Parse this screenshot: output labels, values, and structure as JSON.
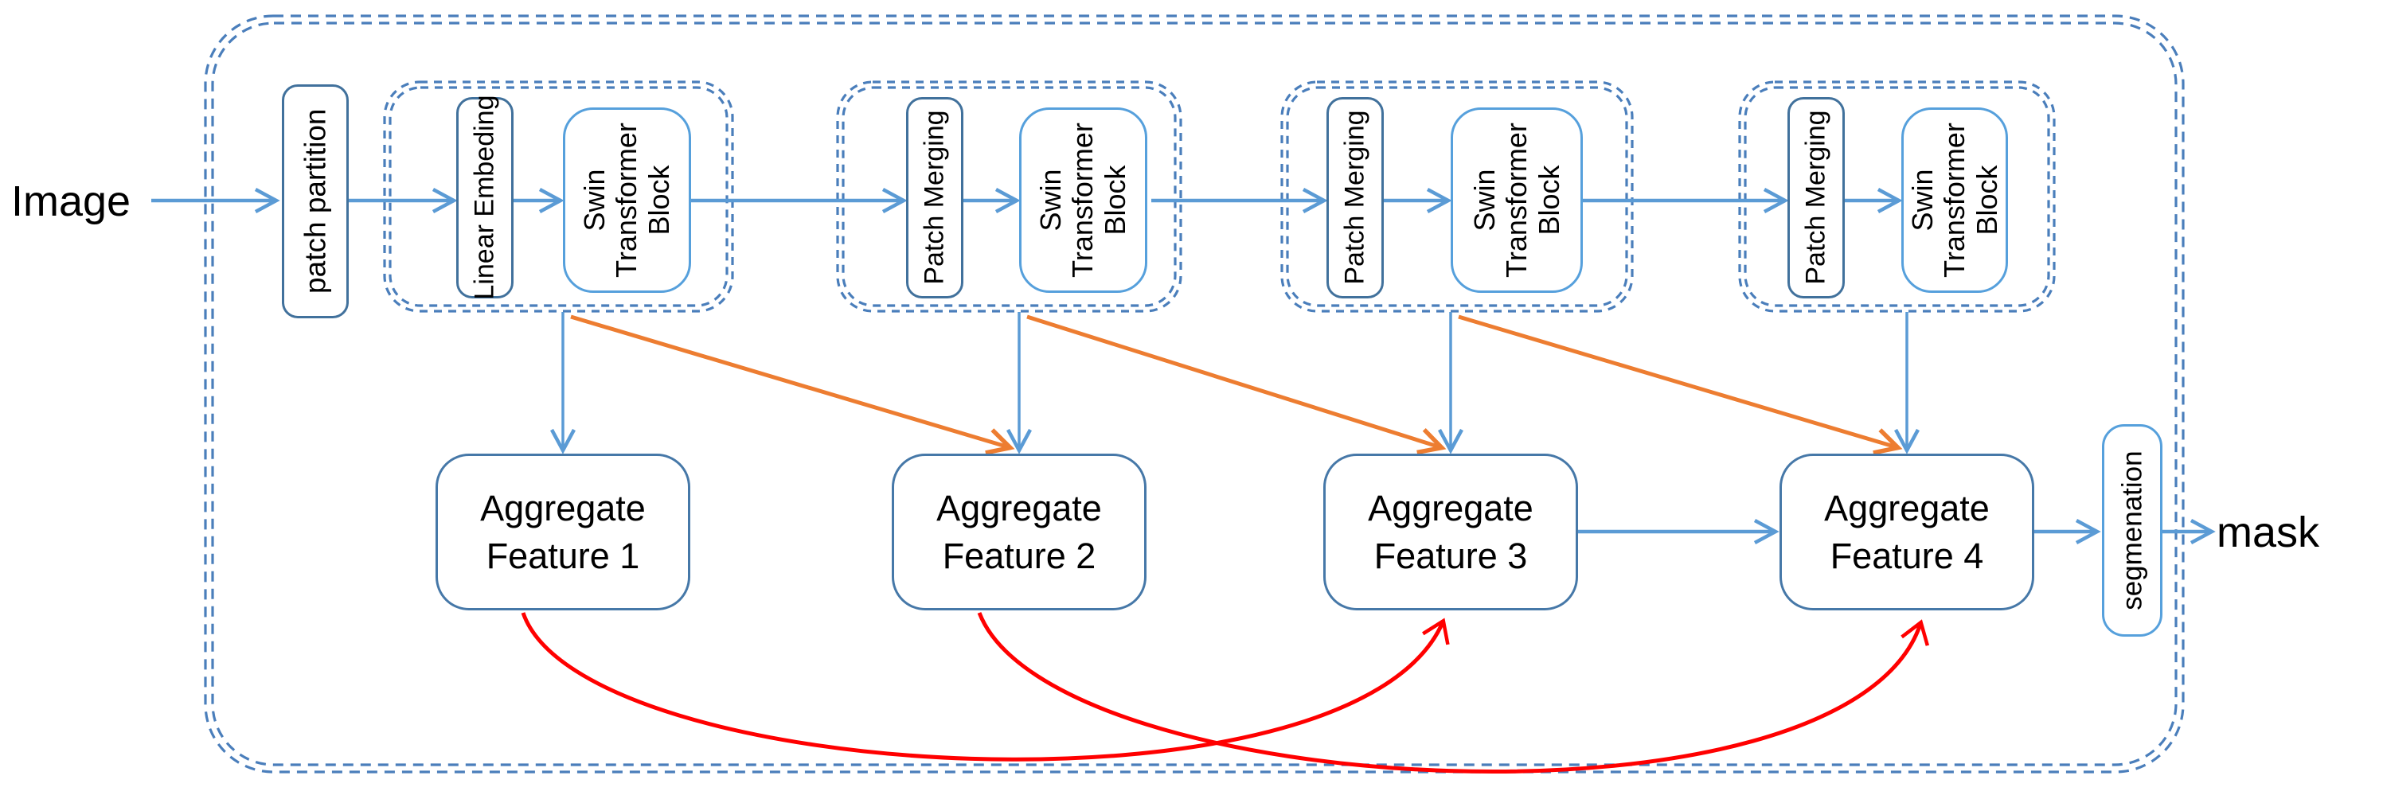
{
  "io": {
    "input_label": "Image",
    "output_label": "mask"
  },
  "encoder": {
    "patch_partition_label": "patch partition",
    "stages": [
      {
        "name": "stage-1",
        "proj_label": "Linear Embeding",
        "block_label": "Swin Transformer Block"
      },
      {
        "name": "stage-2",
        "proj_label": "Patch Merging",
        "block_label": "Swin Transformer Block"
      },
      {
        "name": "stage-3",
        "proj_label": "Patch Merging",
        "block_label": "Swin Transformer Block"
      },
      {
        "name": "stage-4",
        "proj_label": "Patch Merging",
        "block_label": "Swin Transformer Block"
      }
    ]
  },
  "decoder": {
    "aggregate_labels": [
      "Aggregate Feature 1",
      "Aggregate Feature 2",
      "Aggregate Feature 3",
      "Aggregate Feature 4"
    ],
    "segmentation_label": "segmenation"
  },
  "edges": [
    {
      "from": "Image",
      "to": "patch partition",
      "style": "blue-arrow"
    },
    {
      "from": "patch partition",
      "to": "Linear Embeding (stage 1)",
      "style": "blue-arrow"
    },
    {
      "from": "Linear Embeding (stage 1)",
      "to": "Swin Transformer Block (stage 1)",
      "style": "blue-arrow"
    },
    {
      "from": "Swin Transformer Block (stage 1)",
      "to": "Patch Merging (stage 2)",
      "style": "blue-arrow"
    },
    {
      "from": "Patch Merging (stage 2)",
      "to": "Swin Transformer Block (stage 2)",
      "style": "blue-arrow"
    },
    {
      "from": "Swin Transformer Block (stage 2)",
      "to": "Patch Merging (stage 3)",
      "style": "blue-arrow"
    },
    {
      "from": "Patch Merging (stage 3)",
      "to": "Swin Transformer Block (stage 3)",
      "style": "blue-arrow"
    },
    {
      "from": "Swin Transformer Block (stage 3)",
      "to": "Patch Merging (stage 4)",
      "style": "blue-arrow"
    },
    {
      "from": "Patch Merging (stage 4)",
      "to": "Swin Transformer Block (stage 4)",
      "style": "blue-arrow"
    },
    {
      "from": "stage 1",
      "to": "Aggregate Feature 1",
      "style": "blue-arrow"
    },
    {
      "from": "stage 2",
      "to": "Aggregate Feature 2",
      "style": "blue-arrow"
    },
    {
      "from": "stage 3",
      "to": "Aggregate Feature 3",
      "style": "blue-arrow"
    },
    {
      "from": "stage 4",
      "to": "Aggregate Feature 4",
      "style": "blue-arrow"
    },
    {
      "from": "stage 1",
      "to": "Aggregate Feature 2",
      "style": "orange-arrow"
    },
    {
      "from": "stage 2",
      "to": "Aggregate Feature 3",
      "style": "orange-arrow"
    },
    {
      "from": "stage 3",
      "to": "Aggregate Feature 4",
      "style": "orange-arrow"
    },
    {
      "from": "Aggregate Feature 3",
      "to": "Aggregate Feature 4",
      "style": "blue-arrow"
    },
    {
      "from": "Aggregate Feature 1",
      "to": "Aggregate Feature 3",
      "style": "red-curved-arrow"
    },
    {
      "from": "Aggregate Feature 2",
      "to": "Aggregate Feature 4",
      "style": "red-curved-arrow"
    },
    {
      "from": "Aggregate Feature 4",
      "to": "segmenation",
      "style": "blue-arrow"
    },
    {
      "from": "segmenation",
      "to": "mask",
      "style": "blue-arrow"
    }
  ],
  "colors": {
    "flow_blue": "#5B9BD5",
    "skip_orange": "#ED7D31",
    "skip_red": "#FF0000",
    "dashed_border": "#4A7EBB",
    "border_dark": "#41719C",
    "border_light": "#56A0DC",
    "border_medium": "#4678A8",
    "text": "#000000",
    "background": "#FFFFFF"
  }
}
